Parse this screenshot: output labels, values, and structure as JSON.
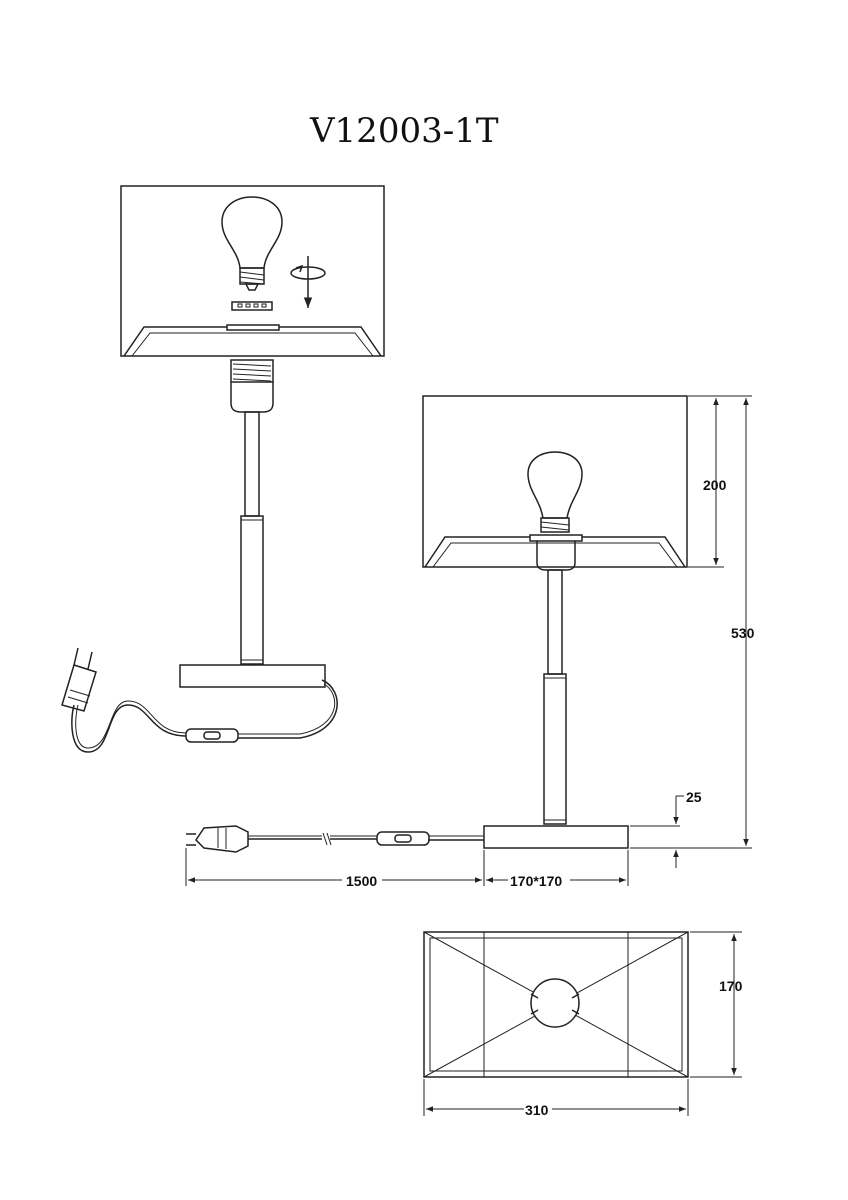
{
  "title": "V12003-1T",
  "dimensions": {
    "shade_height": "200",
    "total_height": "530",
    "base_height": "25",
    "cable_length": "1500",
    "base_size": "170*170",
    "top_width": "310",
    "top_depth": "170"
  },
  "icons": {
    "bulb": "light-bulb-icon",
    "screw_in": "rotate-arrow-icon",
    "plug": "power-plug-icon",
    "switch": "inline-switch-icon"
  }
}
